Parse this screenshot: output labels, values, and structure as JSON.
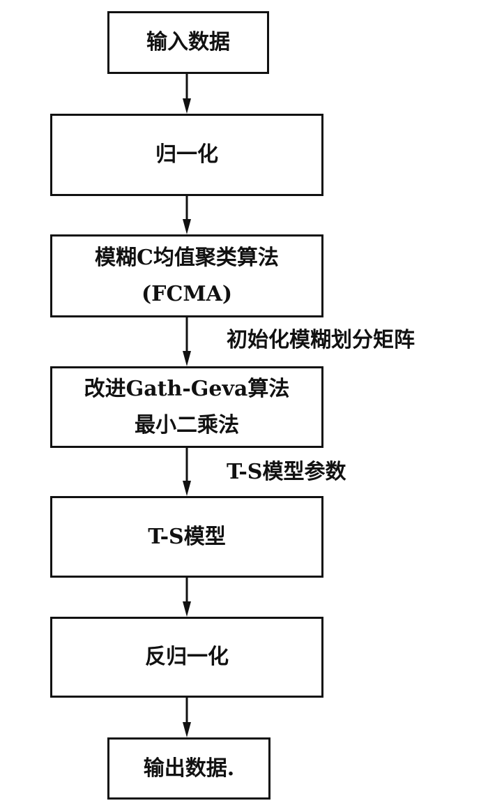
{
  "nodes": [
    {
      "id": "input",
      "lines": [
        "输入数据"
      ]
    },
    {
      "id": "normalize",
      "lines": [
        "归一化"
      ]
    },
    {
      "id": "fcma",
      "lines": [
        "模糊C均值聚类算法",
        "(FCMA)"
      ]
    },
    {
      "id": "gg",
      "lines": [
        "改进Gath-Geva算法",
        "最小二乘法"
      ]
    },
    {
      "id": "ts",
      "lines": [
        "T-S模型"
      ]
    },
    {
      "id": "denormalize",
      "lines": [
        "反归一化"
      ]
    },
    {
      "id": "output",
      "lines": [
        "输出数据."
      ]
    }
  ],
  "edges": [
    {
      "from": "input",
      "to": "normalize",
      "label": ""
    },
    {
      "from": "normalize",
      "to": "fcma",
      "label": ""
    },
    {
      "from": "fcma",
      "to": "gg",
      "label": "初始化模糊划分矩阵"
    },
    {
      "from": "gg",
      "to": "ts",
      "label": "T-S模型参数"
    },
    {
      "from": "ts",
      "to": "denormalize",
      "label": ""
    },
    {
      "from": "denormalize",
      "to": "output",
      "label": ""
    }
  ]
}
